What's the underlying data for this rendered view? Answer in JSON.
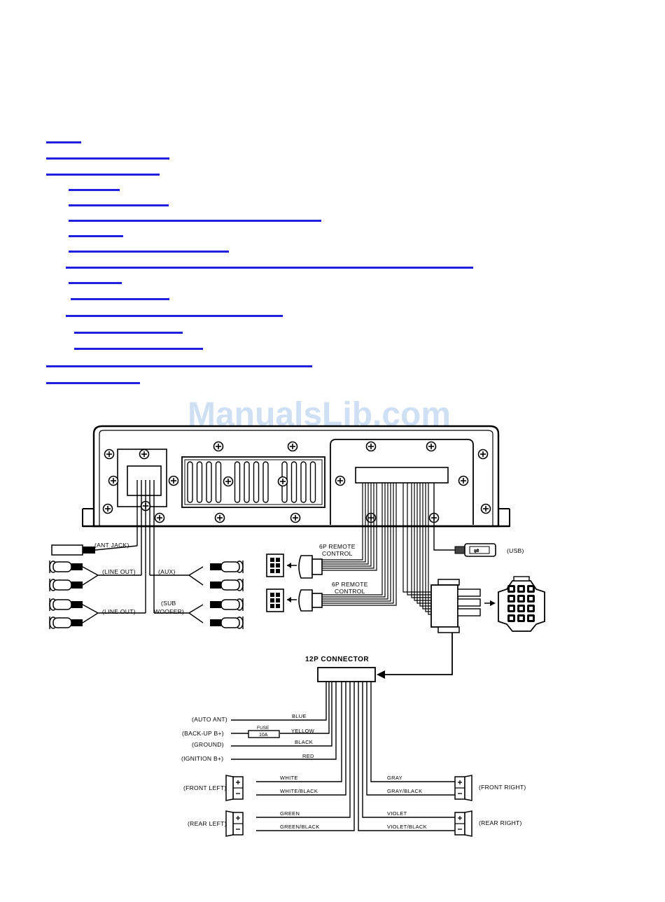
{
  "watermark": "ManualsLib.com",
  "colors": {
    "link": "#1f1fe0",
    "ink": "#000000",
    "watermark": "#cfe0f5"
  },
  "labels": {
    "ant_jack": "(ANT JACK)",
    "line_out_1": "(LINE OUT)",
    "line_out_2": "(LINE OUT)",
    "aux": "(AUX)",
    "sub_1": "(SUB",
    "sub_2": "WOOFER)",
    "remote1_a": "6P REMOTE",
    "remote1_b": "CONTROL",
    "remote2_a": "6P REMOTE",
    "remote2_b": "CONTROL",
    "usb": "(USB)",
    "connector": "12P CONNECTOR",
    "auto_ant": "(AUTO ANT)",
    "backup": "(BACK-UP  B+)",
    "ground": "(GROUND)",
    "ignition": "(IGNITION B+)",
    "front_left": "(FRONT LEFT)",
    "rear_left": "(REAR LEFT)",
    "front_right": "(FRONT RIGHT)",
    "rear_right": "(REAR RIGHT)",
    "fuse": "FUSE",
    "fuse_rating": "10A"
  },
  "wires": {
    "blue": "BLUE",
    "yellow": "YELLOW",
    "black": "BLACK",
    "red": "RED",
    "white": "WHITE",
    "white_black": "WHITE/BLACK",
    "green": "GREEN",
    "green_black": "GREEN/BLACK",
    "gray": "GRAY",
    "gray_black": "GRAY/BLACK",
    "violet": "VIOLET",
    "violet_black": "VIOLET/BLACK"
  }
}
